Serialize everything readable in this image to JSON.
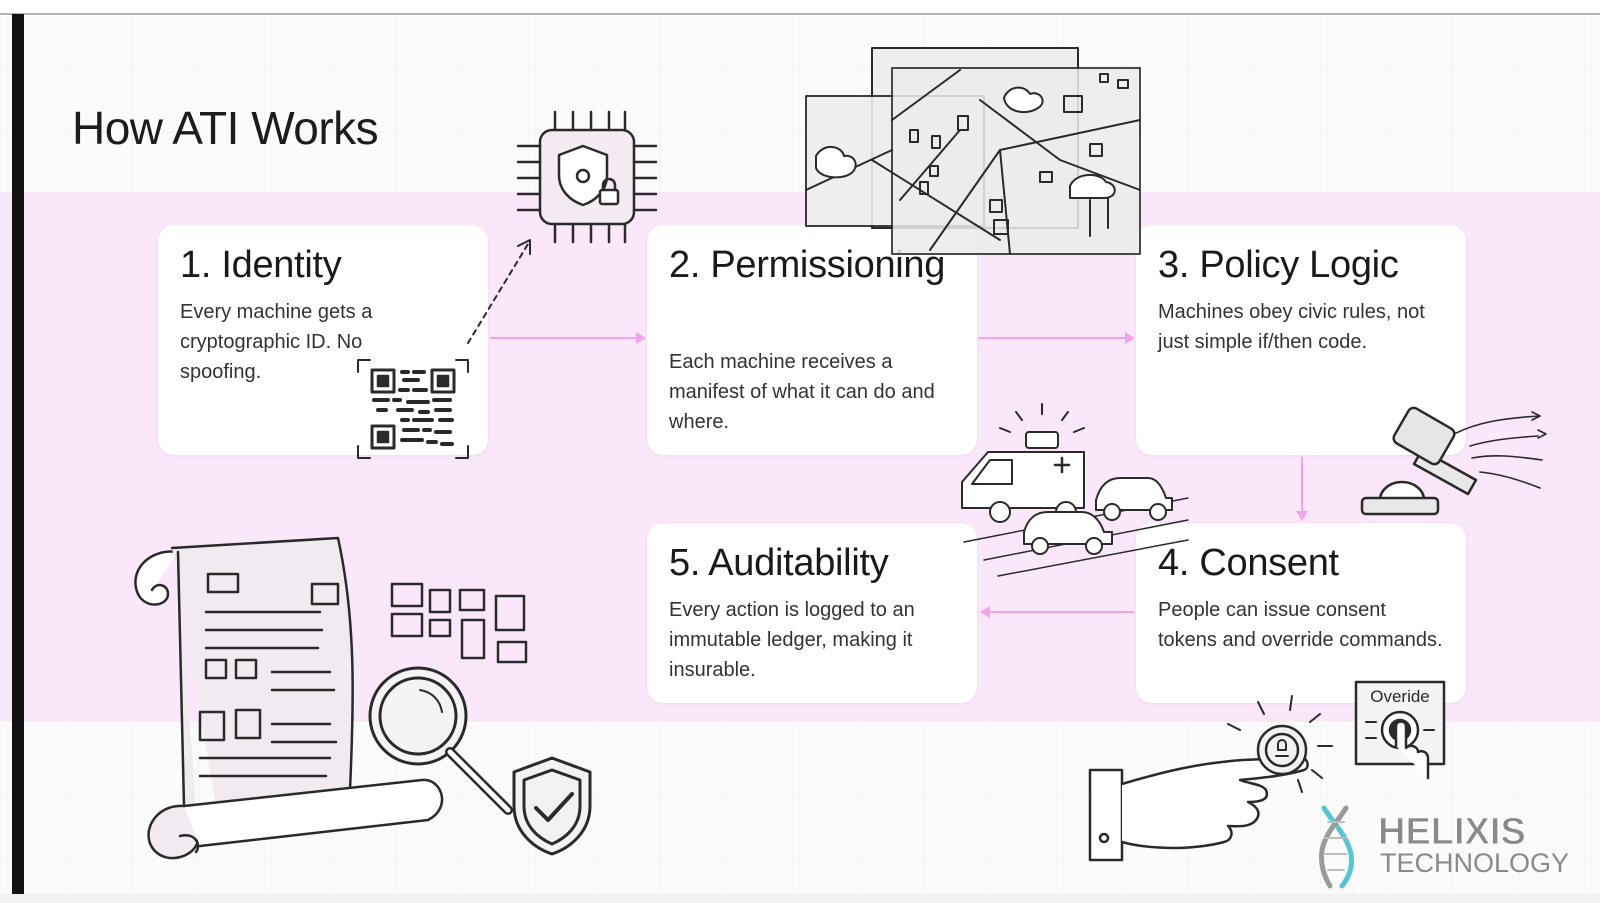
{
  "title": "How ATI Works",
  "steps": [
    {
      "heading": "1. Identity",
      "body": "Every machine gets a cryptographic ID. No spoofing."
    },
    {
      "heading": "2. Permissioning",
      "body": "Each machine receives a manifest of what it can do and where."
    },
    {
      "heading": "3. Policy Logic",
      "body": "Machines obey civic rules, not just simple if/then code."
    },
    {
      "heading": "4. Consent",
      "body": "People can issue consent tokens and override commands."
    },
    {
      "heading": "5. Auditability",
      "body": "Every action is logged to an immutable ledger, making it insurable."
    }
  ],
  "override_label": "Overide",
  "logo": {
    "line1": "HELIXIS",
    "line2": "TECHNOLOGY"
  },
  "colors": {
    "band": "#fbe7fa",
    "arrow": "#f0a4ec",
    "ink": "#2a2a2a",
    "logo_teal": "#58c6d0"
  },
  "icons": [
    "chip-shield-lock-icon",
    "qr-code-icon",
    "city-map-icon",
    "ambulance-traffic-icon",
    "gavel-icon",
    "document-scroll-icon",
    "magnifier-icon",
    "shield-check-icon",
    "hand-token-icon",
    "override-button-icon",
    "helixis-logo"
  ]
}
